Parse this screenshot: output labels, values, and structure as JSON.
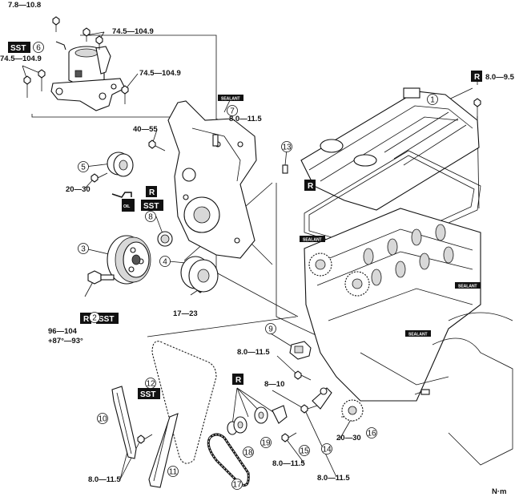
{
  "torques": {
    "t1": "7.8—10.8",
    "t2": "74.5—104.9",
    "t3": "74.5—104.9",
    "t4": "74.5—104.9",
    "t5": "40—55",
    "t6": "8.0—11.5",
    "t7": "20—30",
    "t8": "17—23",
    "t9a": "96—104",
    "t9b": "+87°—93°",
    "t10": "8.0—11.5",
    "t11": "8—10",
    "t12": "20—30",
    "t13": "8.0—11.5",
    "t14": "8.0—11.5",
    "t15": "8.0—11.5",
    "t16": "8.0—9.5"
  },
  "tags": {
    "sst": "SST",
    "r": "R",
    "sealant": "SEALANT",
    "oil": "OIL"
  },
  "callouts": [
    "1",
    "2",
    "3",
    "4",
    "5",
    "6",
    "7",
    "8",
    "9",
    "10",
    "11",
    "12",
    "13",
    "14",
    "15",
    "16",
    "17",
    "18",
    "19"
  ],
  "unit": "N·m"
}
